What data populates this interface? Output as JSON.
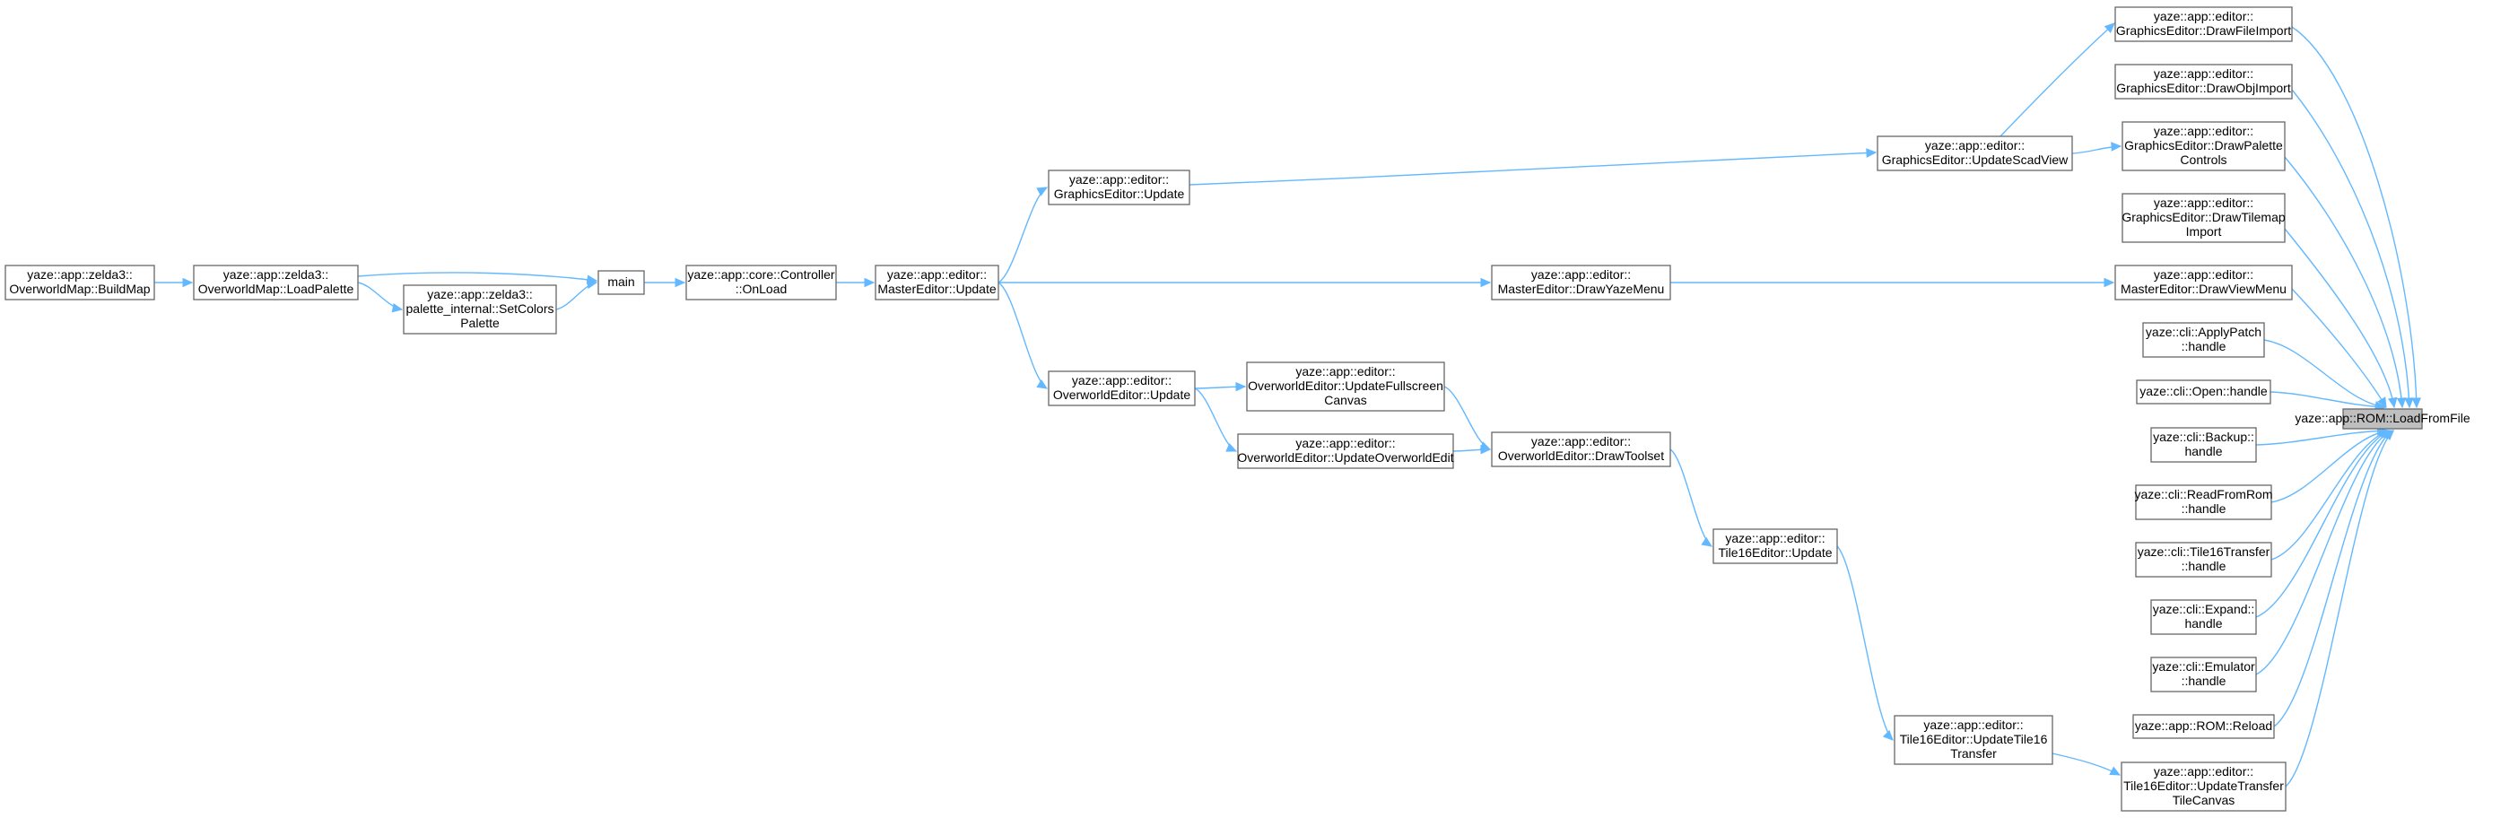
{
  "diagram": {
    "nodes": [
      {
        "id": "root",
        "lines": [
          "yaze::app::ROM::LoadFromFile"
        ],
        "root": true
      },
      {
        "id": "drawFileImport",
        "lines": [
          "yaze::app::editor::",
          "GraphicsEditor::DrawFileImport"
        ]
      },
      {
        "id": "drawObjImport",
        "lines": [
          "yaze::app::editor::",
          "GraphicsEditor::DrawObjImport"
        ]
      },
      {
        "id": "drawPaletteControls",
        "lines": [
          "yaze::app::editor::",
          "GraphicsEditor::DrawPalette",
          "Controls"
        ]
      },
      {
        "id": "drawTilemapImport",
        "lines": [
          "yaze::app::editor::",
          "GraphicsEditor::DrawTilemap",
          "Import"
        ]
      },
      {
        "id": "drawViewMenu",
        "lines": [
          "yaze::app::editor::",
          "MasterEditor::DrawViewMenu"
        ]
      },
      {
        "id": "applyPatch",
        "lines": [
          "yaze::cli::ApplyPatch",
          "::handle"
        ]
      },
      {
        "id": "open",
        "lines": [
          "yaze::cli::Open::handle"
        ]
      },
      {
        "id": "backup",
        "lines": [
          "yaze::cli::Backup::",
          "handle"
        ]
      },
      {
        "id": "readFromRom",
        "lines": [
          "yaze::cli::ReadFromRom",
          "::handle"
        ]
      },
      {
        "id": "tile16Transfer",
        "lines": [
          "yaze::cli::Tile16Transfer",
          "::handle"
        ]
      },
      {
        "id": "expand",
        "lines": [
          "yaze::cli::Expand::",
          "handle"
        ]
      },
      {
        "id": "emulator",
        "lines": [
          "yaze::cli::Emulator",
          "::handle"
        ]
      },
      {
        "id": "reload",
        "lines": [
          "yaze::app::ROM::Reload"
        ]
      },
      {
        "id": "updateTransferTileCanvas",
        "lines": [
          "yaze::app::editor::",
          "Tile16Editor::UpdateTransfer",
          "TileCanvas"
        ]
      },
      {
        "id": "updateScadView",
        "lines": [
          "yaze::app::editor::",
          "GraphicsEditor::UpdateScadView"
        ]
      },
      {
        "id": "drawYazeMenu",
        "lines": [
          "yaze::app::editor::",
          "MasterEditor::DrawYazeMenu"
        ]
      },
      {
        "id": "updateTile16Transfer",
        "lines": [
          "yaze::app::editor::",
          "Tile16Editor::UpdateTile16",
          "Transfer"
        ]
      },
      {
        "id": "tile16Update",
        "lines": [
          "yaze::app::editor::",
          "Tile16Editor::Update"
        ]
      },
      {
        "id": "drawToolset",
        "lines": [
          "yaze::app::editor::",
          "OverworldEditor::DrawToolset"
        ]
      },
      {
        "id": "updateFullscreenCanvas",
        "lines": [
          "yaze::app::editor::",
          "OverworldEditor::UpdateFullscreen",
          "Canvas"
        ]
      },
      {
        "id": "updateOverworldEdit",
        "lines": [
          "yaze::app::editor::",
          "OverworldEditor::UpdateOverworldEdit"
        ]
      },
      {
        "id": "graphicsUpdate",
        "lines": [
          "yaze::app::editor::",
          "GraphicsEditor::Update"
        ]
      },
      {
        "id": "overworldUpdate",
        "lines": [
          "yaze::app::editor::",
          "OverworldEditor::Update"
        ]
      },
      {
        "id": "masterUpdate",
        "lines": [
          "yaze::app::editor::",
          "MasterEditor::Update"
        ]
      },
      {
        "id": "onLoad",
        "lines": [
          "yaze::app::core::Controller",
          "::OnLoad"
        ]
      },
      {
        "id": "main",
        "lines": [
          "main"
        ]
      },
      {
        "id": "loadPalette",
        "lines": [
          "yaze::app::zelda3::",
          "OverworldMap::LoadPalette"
        ]
      },
      {
        "id": "setColorsPalette",
        "lines": [
          "yaze::app::zelda3::",
          "palette_internal::SetColors",
          "Palette"
        ]
      },
      {
        "id": "buildMap",
        "lines": [
          "yaze::app::zelda3::",
          "OverworldMap::BuildMap"
        ]
      }
    ],
    "edges": [
      {
        "from": "drawFileImport",
        "to": "root"
      },
      {
        "from": "drawObjImport",
        "to": "root"
      },
      {
        "from": "drawPaletteControls",
        "to": "root"
      },
      {
        "from": "drawTilemapImport",
        "to": "root"
      },
      {
        "from": "drawViewMenu",
        "to": "root"
      },
      {
        "from": "applyPatch",
        "to": "root"
      },
      {
        "from": "open",
        "to": "root"
      },
      {
        "from": "backup",
        "to": "root"
      },
      {
        "from": "readFromRom",
        "to": "root"
      },
      {
        "from": "tile16Transfer",
        "to": "root"
      },
      {
        "from": "expand",
        "to": "root"
      },
      {
        "from": "emulator",
        "to": "root"
      },
      {
        "from": "reload",
        "to": "root"
      },
      {
        "from": "updateTransferTileCanvas",
        "to": "root"
      },
      {
        "from": "updateScadView",
        "to": "drawFileImport"
      },
      {
        "from": "updateScadView",
        "to": "drawPaletteControls"
      },
      {
        "from": "drawYazeMenu",
        "to": "drawViewMenu"
      },
      {
        "from": "updateTile16Transfer",
        "to": "updateTransferTileCanvas"
      },
      {
        "from": "graphicsUpdate",
        "to": "updateScadView"
      },
      {
        "from": "masterUpdate",
        "to": "drawYazeMenu"
      },
      {
        "from": "tile16Update",
        "to": "updateTile16Transfer"
      },
      {
        "from": "drawToolset",
        "to": "tile16Update"
      },
      {
        "from": "updateFullscreenCanvas",
        "to": "drawToolset"
      },
      {
        "from": "updateOverworldEdit",
        "to": "drawToolset"
      },
      {
        "from": "overworldUpdate",
        "to": "updateFullscreenCanvas"
      },
      {
        "from": "overworldUpdate",
        "to": "updateOverworldEdit"
      },
      {
        "from": "masterUpdate",
        "to": "graphicsUpdate"
      },
      {
        "from": "masterUpdate",
        "to": "overworldUpdate"
      },
      {
        "from": "onLoad",
        "to": "masterUpdate"
      },
      {
        "from": "main",
        "to": "onLoad"
      },
      {
        "from": "loadPalette",
        "to": "main"
      },
      {
        "from": "setColorsPalette",
        "to": "main"
      },
      {
        "from": "loadPalette",
        "to": "setColorsPalette"
      },
      {
        "from": "buildMap",
        "to": "loadPalette"
      }
    ]
  },
  "colors": {
    "edge": "#63b8ff",
    "node_border": "#666666",
    "node_fill": "#ffffff",
    "root_fill": "#bfbfbf",
    "background": "#ffffff"
  }
}
